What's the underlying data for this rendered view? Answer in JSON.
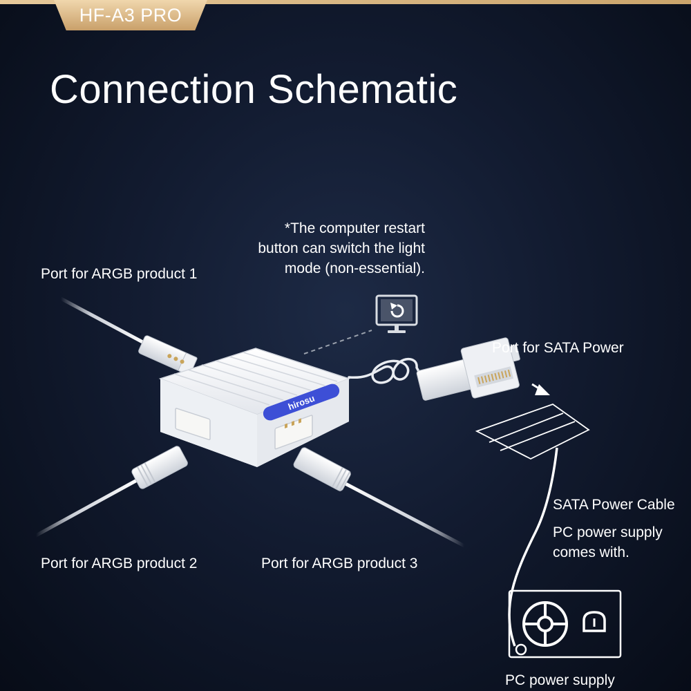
{
  "header": {
    "product_tab": "HF-A3 PRO",
    "title": "Connection Schematic"
  },
  "device": {
    "brand": "hirosu"
  },
  "labels": {
    "argb_port_1": "Port for ARGB product 1",
    "argb_port_2": "Port for ARGB product 2",
    "argb_port_3": "Port for ARGB product 3",
    "sata_port": "Port for SATA Power",
    "sata_cable": "SATA Power Cable",
    "sata_cable_note_line1": "PC power supply",
    "sata_cable_note_line2": "comes with.",
    "psu": "PC power supply"
  },
  "restart_note": {
    "line1": "*The computer restart",
    "line2": "button can switch the light",
    "line3": "mode  (non-essential)."
  },
  "colors": {
    "accent_gold": "#d9b27c",
    "device_white": "#f3f4f6",
    "hub_badge_blue": "#3d4fd6"
  },
  "icons": {
    "restart": "monitor-restart-icon",
    "psu_fan": "fan-icon",
    "psu_meter": "gauge-icon"
  }
}
